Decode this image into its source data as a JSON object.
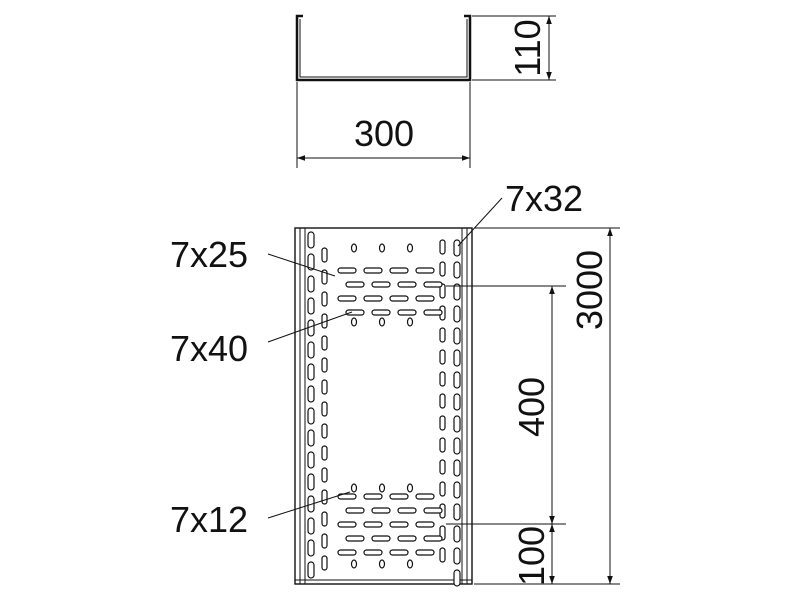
{
  "dimensions": {
    "width": "300",
    "height": "110",
    "length": "3000",
    "spacing": "400",
    "end_spacing": "100"
  },
  "slot_labels": {
    "side_slot": "7x32",
    "end_slot": "7x25",
    "cross_slot": "7x40",
    "round_hole": "7x12"
  }
}
